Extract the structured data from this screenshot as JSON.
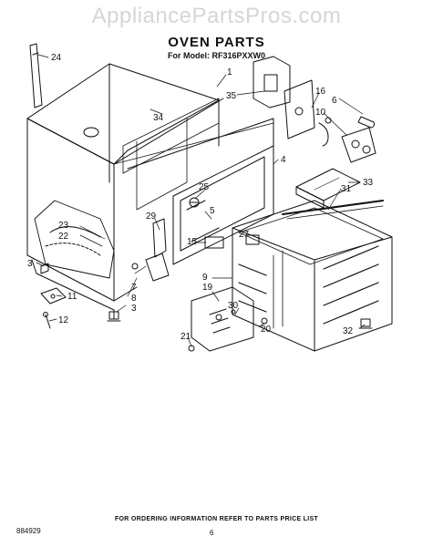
{
  "watermark": "AppliancePartsPros.com",
  "title": "OVEN PARTS",
  "model_line": "For Model: RF316PXXW0",
  "footer_note": "FOR ORDERING INFORMATION REFER TO PARTS PRICE LIST",
  "doc_code": "884929",
  "page_number": "6",
  "callouts": [
    "1",
    "3",
    "3",
    "4",
    "5",
    "6",
    "7",
    "8",
    "9",
    "10",
    "11",
    "12",
    "15",
    "16",
    "19",
    "20",
    "21",
    "22",
    "23",
    "24",
    "25",
    "27",
    "29",
    "30",
    "31",
    "32",
    "33",
    "34",
    "35"
  ]
}
